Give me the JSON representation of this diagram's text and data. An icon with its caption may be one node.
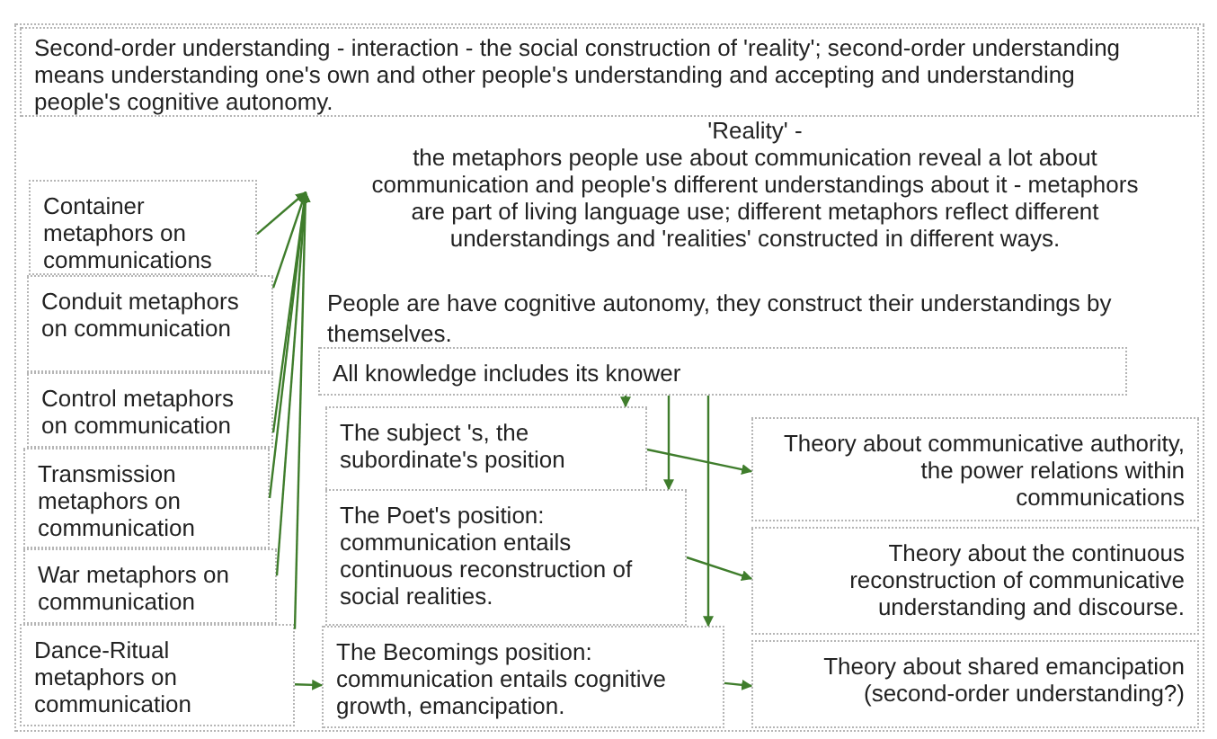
{
  "diagram": {
    "nodes": [
      {
        "text": [],
        "shape": "box"
      },
      {
        "text": [
          "Second-order understanding - interaction - the social construction of 'reality'; second-order understanding means understanding one's own and other people's understanding and accepting and understanding people's cognitive autonomy."
        ],
        "in": 0
      },
      {
        "text": [
          "'Reality' -",
          "the metaphors people use about communication reveal a lot about communication and people's different understandings about it - metaphors are part of living language use; different metaphors reflect different understandings and 'realities' constructed in different ways."
        ],
        "in": 0
      },
      {
        "text": [
          "All knowledge includes its knower"
        ],
        "in": 0
      },
      {
        "text": [
          "Container metaphors on communications"
        ],
        "in": 0
      },
      {
        "text": [
          "Conduit metaphors on communication"
        ],
        "in": 0
      },
      {
        "text": [
          "Control metaphors on communication"
        ],
        "in": 0
      },
      {
        "text": [
          "Transmission metaphors on communication"
        ],
        "in": 0
      },
      {
        "text": [
          "War metaphors on communication"
        ],
        "in": 0
      },
      {
        "text": [
          "Dance-Ritual metaphors on communication"
        ],
        "in": 0
      },
      {
        "text": [
          "The subject 's, the subordinate's position"
        ],
        "in": 0
      },
      {
        "text": [
          "The Poet's position: communication entails continuous reconstruction of social realities."
        ],
        "in": 0
      },
      {
        "text": [
          "The Becomings position: communication entails cognitive growth, emancipation."
        ],
        "in": 0
      },
      {
        "text": [
          "Theory about communicative authority, the power relations within communications"
        ],
        "in": 0
      },
      {
        "text": [
          "Theory about the continuous reconstruction of communicative understanding and discourse."
        ],
        "in": 0
      },
      {
        "text": [
          "Theory about shared emancipation (second-order understanding?)"
        ],
        "in": 0
      }
    ],
    "edges": [
      {
        "from": 4,
        "to": 2,
        "arrow": "to"
      },
      {
        "from": 5,
        "to": 2,
        "arrow": "to"
      },
      {
        "from": 6,
        "to": 2,
        "arrow": "to"
      },
      {
        "from": 7,
        "to": 2,
        "arrow": "to"
      },
      {
        "from": 8,
        "to": 2,
        "arrow": "to"
      },
      {
        "from": 9,
        "to": 2,
        "arrow": "to"
      },
      {
        "from": 9,
        "to": 12,
        "arrow": "to"
      },
      {
        "from": 3,
        "to": 10,
        "arrow": "to"
      },
      {
        "from": 3,
        "to": 11,
        "arrow": "to"
      },
      {
        "from": 3,
        "to": 12,
        "arrow": "to"
      },
      {
        "from": 10,
        "to": 13,
        "arrow": "to"
      },
      {
        "from": 11,
        "to": 14,
        "arrow": "to"
      },
      {
        "from": 12,
        "to": 15,
        "arrow": "to"
      }
    ],
    "labels": [
      "People are have cognitive autonomy, they construct their understandings by themselves."
    ]
  }
}
